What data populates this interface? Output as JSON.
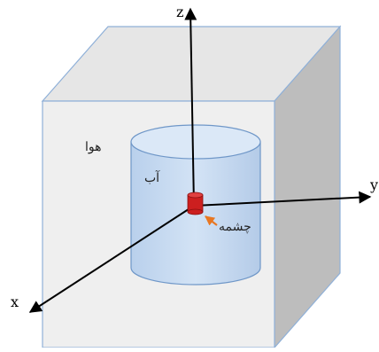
{
  "labels": {
    "axis_z": "z",
    "axis_y": "y",
    "axis_x": "x",
    "air": "هوا",
    "water": "آب",
    "source": "چشمه"
  },
  "colors": {
    "box_front": "#efefef",
    "box_top": "#e6e6e6",
    "box_side": "#bdbdbd",
    "box_edge": "#8fb0d8",
    "cylinder_fill": "#c9dcf2",
    "cylinder_top": "#dbe8f7",
    "cylinder_edge": "#6f97c8",
    "source": "#cc1f1f",
    "source_arrow": "#e87722",
    "axis": "#000000"
  },
  "icons": {
    "source_marker": "small-red-cylinder",
    "source_pointer": "orange-arrow"
  }
}
